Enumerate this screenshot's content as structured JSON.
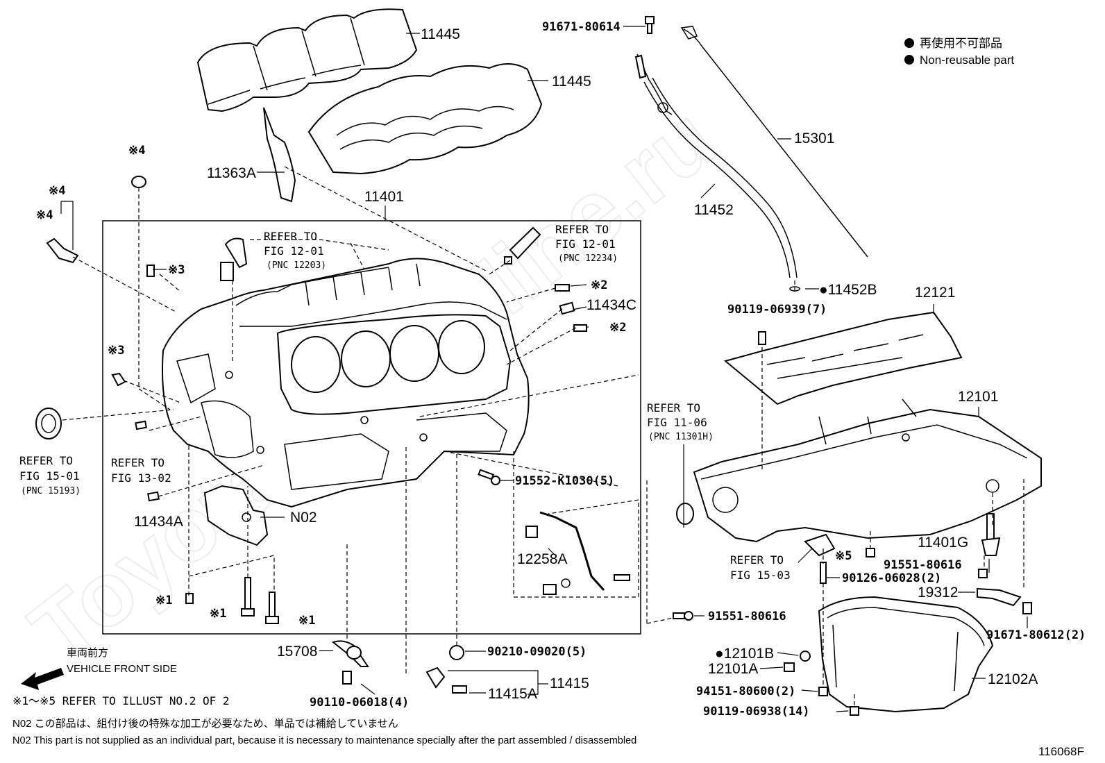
{
  "diagram": {
    "figure_id": "116068F",
    "legend": {
      "jp": "再使用不可部品",
      "en": "Non-reusable part"
    },
    "vehicle_front": {
      "jp": "車両前方",
      "en": "VEHICLE FRONT SIDE"
    },
    "illust_note": "※1～※5 REFER TO ILLUST NO.2 OF 2",
    "notes": [
      "N02  この部品は、組付け後の特殊な加工が必要なため、単品では補給していません",
      "N02  This part is not supplied as an individual part, because it is necessary to maintenance specially after the part assembled / disassembled"
    ],
    "watermark": "ToyotaPartsMine.ru",
    "labels": {
      "p11445a": "11445",
      "p11445b": "11445",
      "p91671_80614": "91671-80614",
      "p15301": "15301",
      "p11363A": "11363A",
      "p11452": "11452",
      "p11401": "11401",
      "p11452B": "11452B",
      "p12121": "12121",
      "p90119_06939": "90119-06939(7)",
      "p11434C": "11434C",
      "x2a": "※2",
      "x2b": "※2",
      "x3a": "※3",
      "x3b": "※3",
      "x4a": "※4",
      "x4b": "※4",
      "x4c": "※4",
      "p12101": "12101",
      "p91552": "91552-K1030(5)",
      "p11434A": "11434A",
      "pN02": "N02",
      "p12258A": "12258A",
      "p11401G": "11401G",
      "x5": "※5",
      "p91551_80616a": "91551-80616",
      "p90126": "90126-06028(2)",
      "p19312": "19312",
      "p91551_80616b": "91551-80616",
      "p91671_80612": "91671-80612(2)",
      "x1a": "※1",
      "x1b": "※1",
      "x1c": "※1",
      "p15708": "15708",
      "p90210": "90210-09020(5)",
      "p12101B": "12101B",
      "p12102A": "12102A",
      "p12101A": "12101A",
      "p11415": "11415",
      "p11415A": "11415A",
      "p90110": "90110-06018(4)",
      "p94151": "94151-80600(2)",
      "p90119_06938": "90119-06938(14)"
    },
    "refs": {
      "r12_01a": {
        "l1": "REFER TO",
        "l2": "FIG 12-01",
        "pnc": "(PNC 12203)"
      },
      "r12_01b": {
        "l1": "REFER TO",
        "l2": "FIG 12-01",
        "pnc": "(PNC 12234)"
      },
      "r15_01": {
        "l1": "REFER TO",
        "l2": "FIG 15-01",
        "pnc": "(PNC 15193)"
      },
      "r13_02": {
        "l1": "REFER TO",
        "l2": "FIG 13-02"
      },
      "r11_06": {
        "l1": "REFER TO",
        "l2": "FIG 11-06",
        "pnc": "(PNC 11301H)"
      },
      "r15_03": {
        "l1": "REFER TO",
        "l2": "FIG 15-03"
      }
    }
  }
}
